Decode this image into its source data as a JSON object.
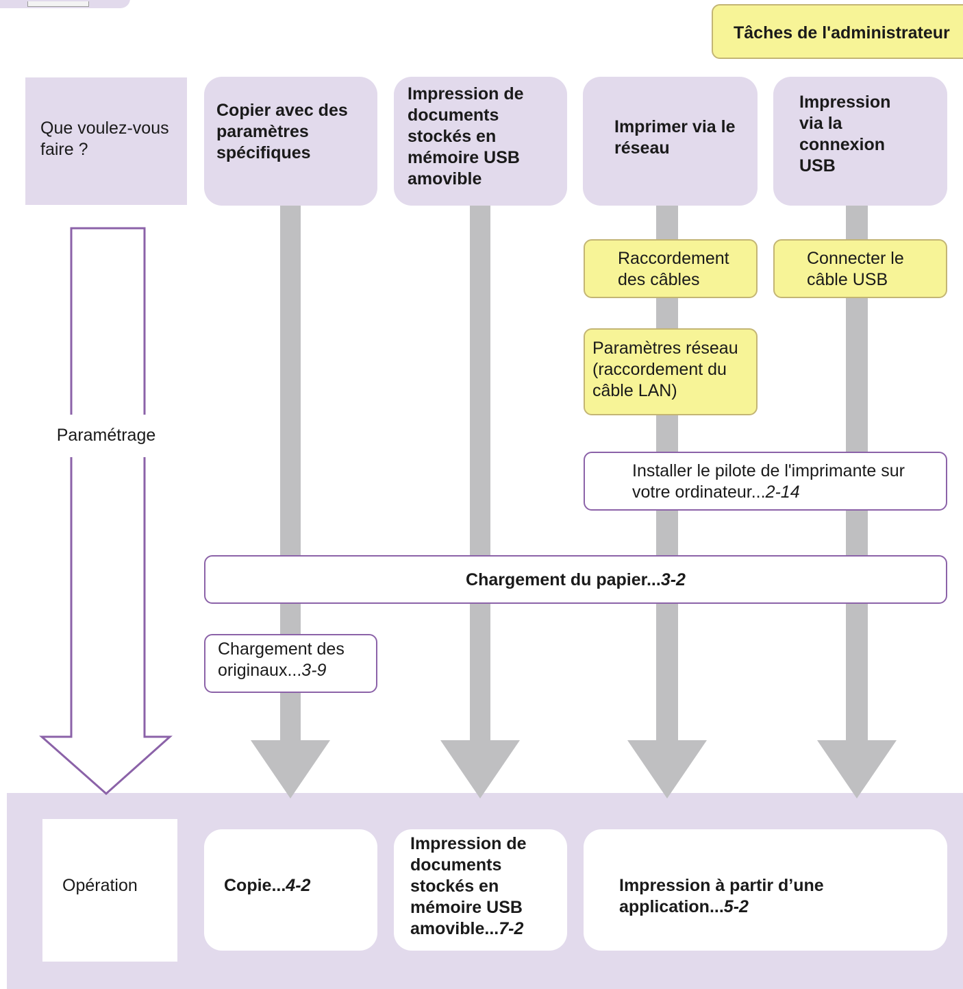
{
  "admin_tab": {
    "label": "Tâches de l'administrateur"
  },
  "row_labels": {
    "question": "Que voulez-vous faire ?",
    "setup": "Paramétrage",
    "operation": "Opération"
  },
  "columns": [
    {
      "title": "Copier avec des paramètres spécifiques"
    },
    {
      "title": "Impression de documents stockés en mémoire USB amovible"
    },
    {
      "title": "Imprimer via le réseau"
    },
    {
      "title": "Impression via la connexion USB"
    }
  ],
  "steps": {
    "cables": "Raccordement des câbles",
    "usb_cable": "Connecter le câble USB",
    "network": "Paramètres réseau (raccordement du câble LAN)",
    "driver": {
      "text": "Installer le pilote de l'imprimante sur votre ordinateur...",
      "page": "2-14"
    },
    "paper": {
      "text": "Chargement du papier...",
      "page": "3-2"
    },
    "originals": {
      "text": "Chargement des originaux...",
      "page": "3-9"
    }
  },
  "operations": [
    {
      "text": "Copie...",
      "page": "4-2"
    },
    {
      "text": "Impression de documents stockés en mémoire USB amovible...",
      "page": "7-2"
    },
    {
      "text": "Impression à partir d’une application...",
      "page": "5-2"
    }
  ],
  "colors": {
    "lavender": "#e2daec",
    "yellow": "#f7f497",
    "purple_outline": "#8b62a8",
    "gray_arrow": "#bfbfc1"
  }
}
